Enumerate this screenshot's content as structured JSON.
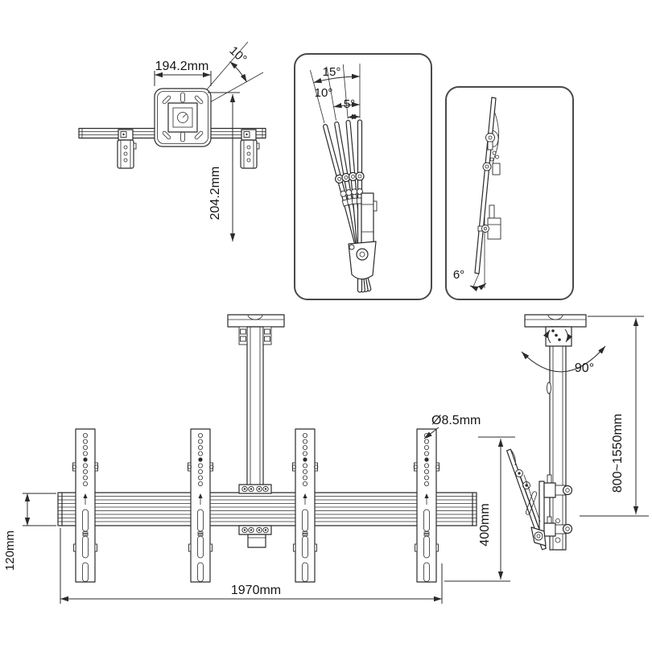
{
  "views": {
    "top": {
      "width": "194.2mm",
      "depth": "204.2mm",
      "swivel_angle": "10°"
    },
    "tilt": {
      "angle_15": "15°",
      "angle_10": "10°",
      "angle_5": "5°"
    },
    "side_tilt": {
      "angle": "6°"
    },
    "front": {
      "hole_diameter": "Ø8.5mm",
      "rail_height": "120mm",
      "overall_width": "1970mm"
    },
    "side": {
      "swivel_angle": "90°",
      "bracket_height": "400mm",
      "height_range": "800~1550mm"
    }
  }
}
